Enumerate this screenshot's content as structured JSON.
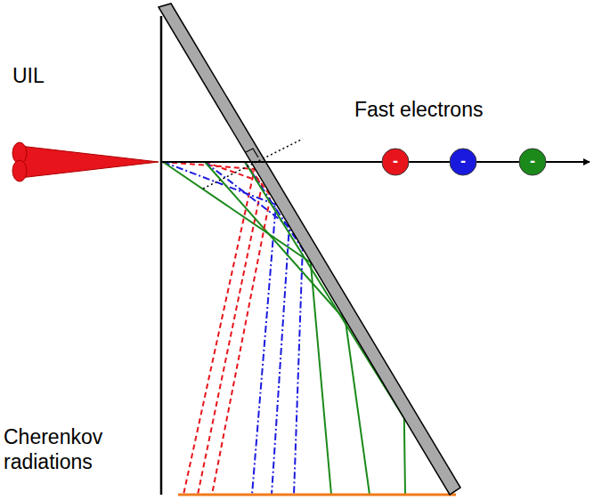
{
  "diagram": {
    "nodes": [
      {
        "text": [
          "-"
        ]
      },
      {
        "text": [
          "-"
        ]
      },
      {
        "text": [
          "-"
        ]
      }
    ],
    "labels": [
      "UIL",
      "Fast electrons",
      "Cherenkov radiations"
    ]
  }
}
